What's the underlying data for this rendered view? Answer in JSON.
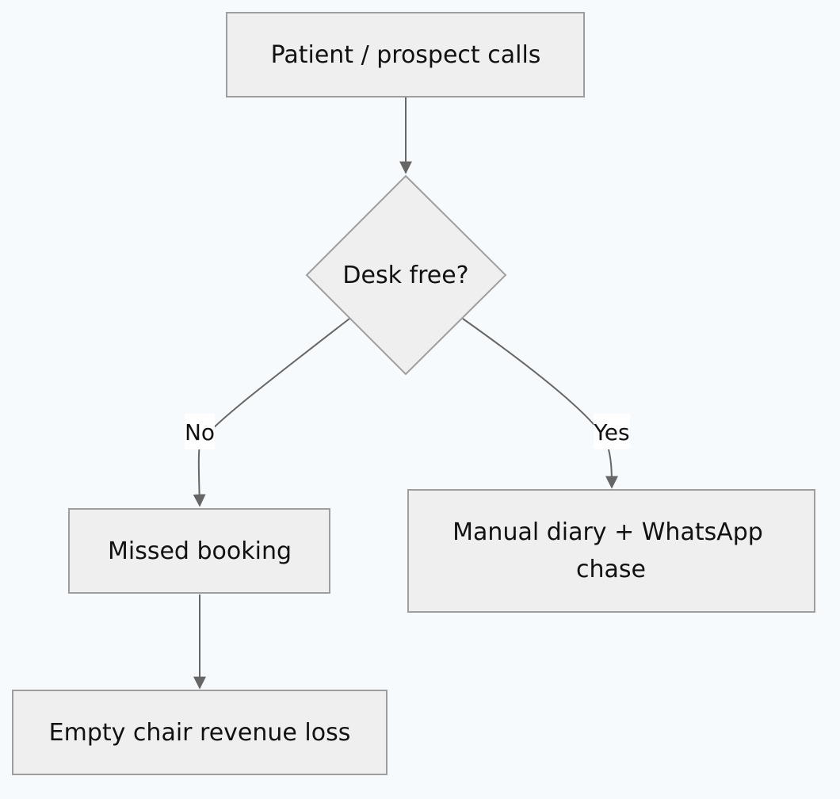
{
  "diagram": {
    "nodes": {
      "start": {
        "label": "Patient / prospect calls"
      },
      "decision": {
        "label": "Desk free?"
      },
      "missed": {
        "label": "Missed booking"
      },
      "manual": {
        "label_line1": "Manual diary + WhatsApp",
        "label_line2": "chase"
      },
      "loss": {
        "label": "Empty chair revenue loss"
      }
    },
    "edges": {
      "no": {
        "label": "No"
      },
      "yes": {
        "label": "Yes"
      }
    }
  }
}
